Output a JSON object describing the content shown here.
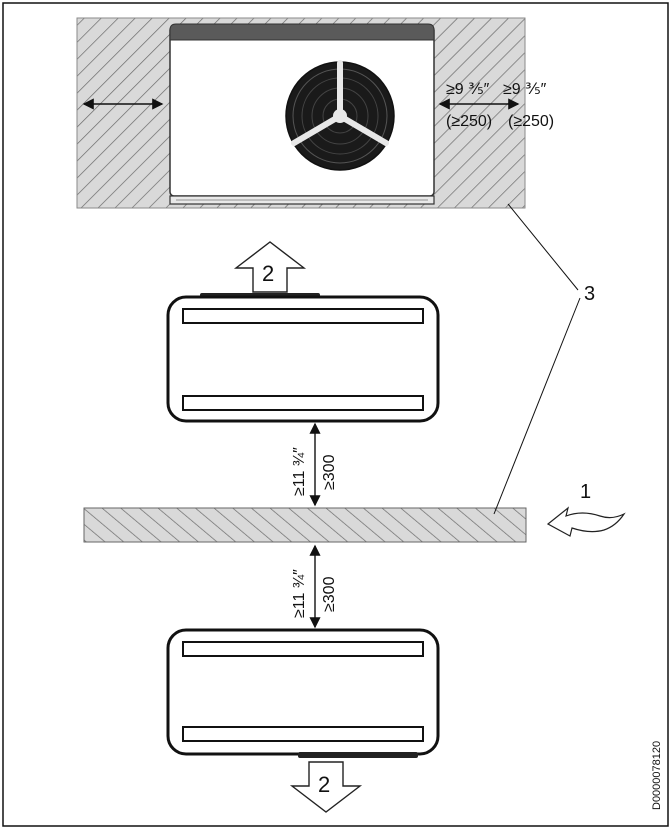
{
  "labels": {
    "side_clearance": "≥9 ⅗″",
    "side_clearance_2": "≥9 ⅗″",
    "side_clearance_mm": "(≥250)",
    "side_clearance_mm_2": "(≥250)",
    "gap_imperial_upper": "≥11 ¾″",
    "gap_mm_upper": "≥300",
    "gap_imperial_lower": "≥11 ¾″",
    "gap_mm_lower": "≥300",
    "callout_1": "1",
    "callout_3": "3",
    "airflow_up": "2",
    "airflow_down": "2",
    "document_id": "D0000078120"
  },
  "colors": {
    "line": "#111111",
    "hatch_fill": "#d9d9d9",
    "unit_body": "#ffffff",
    "unit_top": "#5a5a5a",
    "fan_dark": "#1a1a1a"
  },
  "icons": {
    "airflow_wind": "wavy-arrow-icon",
    "airflow_out": "outlined-arrow-icon"
  }
}
